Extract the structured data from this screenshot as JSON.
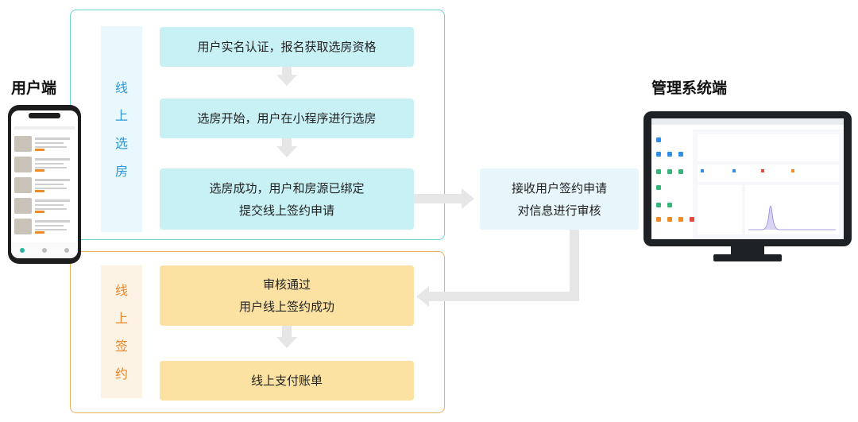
{
  "user_side_title": "用户端",
  "admin_side_title": "管理系统端",
  "online_selection": {
    "label_chars": [
      "线",
      "上",
      "选",
      "房"
    ],
    "steps": [
      {
        "lines": [
          "用户实名认证，报名获取选房资格"
        ]
      },
      {
        "lines": [
          "选房开始，用户在小程序进行选房"
        ]
      },
      {
        "lines": [
          "选房成功，用户和房源已绑定",
          "提交线上签约申请"
        ]
      }
    ]
  },
  "online_signing": {
    "label_chars": [
      "线",
      "上",
      "签",
      "约"
    ],
    "steps": [
      {
        "lines": [
          "审核通过",
          "用户线上签约成功"
        ]
      },
      {
        "lines": [
          "线上支付账单"
        ]
      }
    ]
  },
  "admin_box": {
    "lines": [
      "接收用户签约申请",
      "对信息进行审核"
    ]
  },
  "colors": {
    "teal_border": "#6dd3cf",
    "gold_border": "#e9b25c",
    "teal_step": "#c8f1f6",
    "gold_step": "#fbe1a2",
    "online_label_text": "#2f97d8",
    "sign_label_text": "#e8862a",
    "admin_box": "#e6f6fb",
    "arrow": "#e6e6e6"
  }
}
